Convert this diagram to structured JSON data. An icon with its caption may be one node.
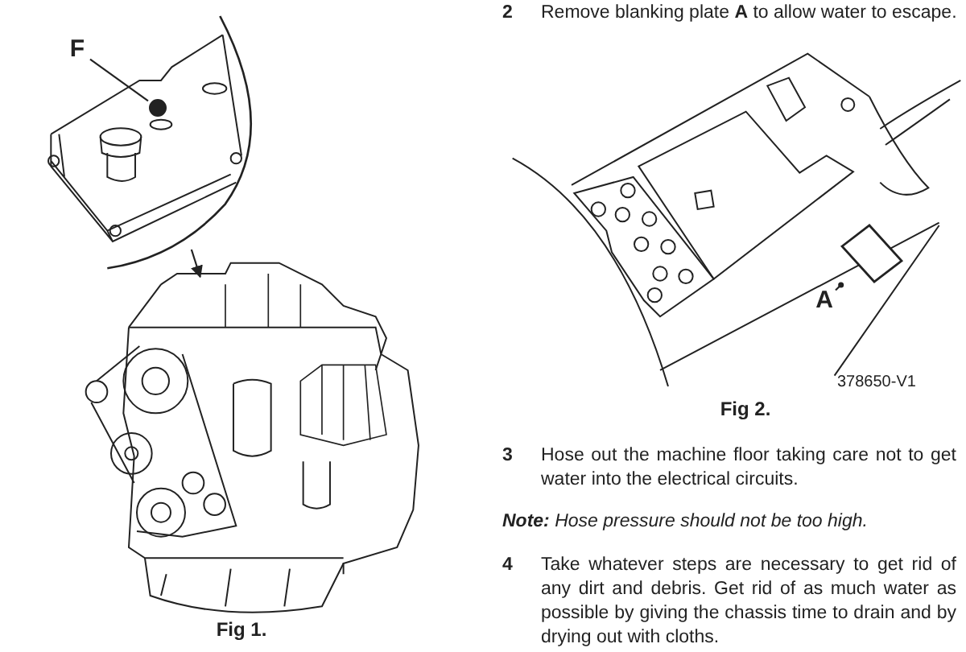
{
  "diagram": {
    "nodes": [
      {
        "text": [],
        "shape": "picture"
      },
      {
        "text": [
          "F"
        ],
        "in": 0
      },
      {
        "text": [],
        "shape": "circle",
        "in": 0
      },
      {
        "text": [],
        "shape": "picture",
        "beside": [
          "Fig 1."
        ]
      },
      {
        "text": [],
        "shape": "picture",
        "beside": [
          "Fig 2."
        ]
      },
      {
        "text": [
          "A"
        ],
        "in": 4
      },
      {
        "text": [],
        "shape": "box",
        "in": 4
      }
    ],
    "edges": [
      {
        "from": 1,
        "to": 2,
        "arrow": "none"
      },
      {
        "from": 0,
        "to": 3,
        "arrow": "to"
      },
      {
        "from": 5,
        "to": 6,
        "arrow": "other"
      }
    ],
    "labels": [
      "2",
      "Remove blanking plate **A** to allow water to escape.",
      "378650-V1",
      "3",
      "Hose out the machine floor taking care not to get water into the electrical circuits.",
      "**Note:** Hose pressure should not be too high.",
      "4",
      "Take whatever steps are necessary to get rid of any dirt and debris. Get rid of as much water as possible by giving the chassis time to drain and by drying out with cloths."
    ]
  }
}
